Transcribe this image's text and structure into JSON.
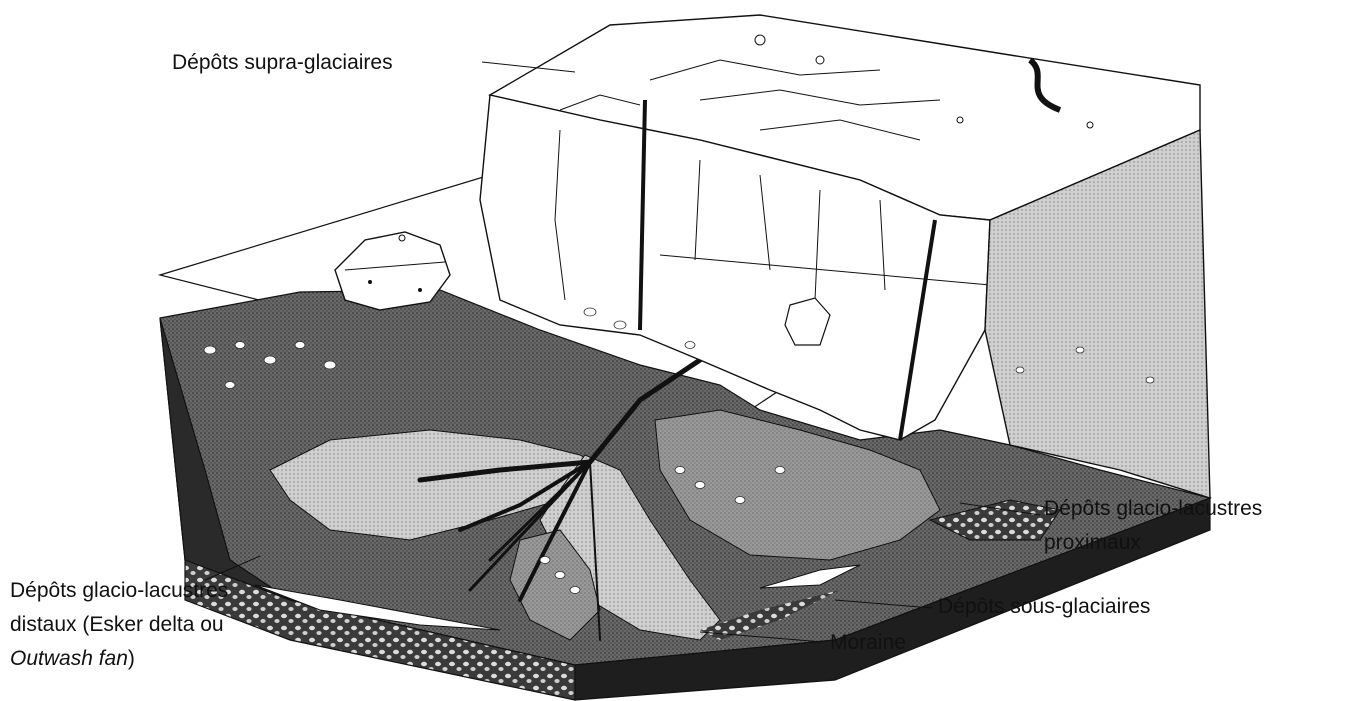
{
  "labels": {
    "supra": "Dépôts supra-glaciaires",
    "proximal_line1": "Dépôts glacio-lacustres",
    "proximal_line2": "proximaux",
    "sous": "Dépôts sous-glaciaires",
    "moraine": "Moraine",
    "distal_line1": "Dépôts glacio-lacustres",
    "distal_line2_a": "distaux (Esker delta ou",
    "distal_line3_italic": "Outwash fan",
    "distal_line3_close": ")"
  },
  "colors": {
    "ink": "#111111",
    "lake_floor": "#5a5a5a",
    "sediment_light": "#b8b8b8",
    "ice_wall": "#ffffff",
    "ice_side": "#bcbcbc",
    "front_face": "#2b2b2b"
  }
}
